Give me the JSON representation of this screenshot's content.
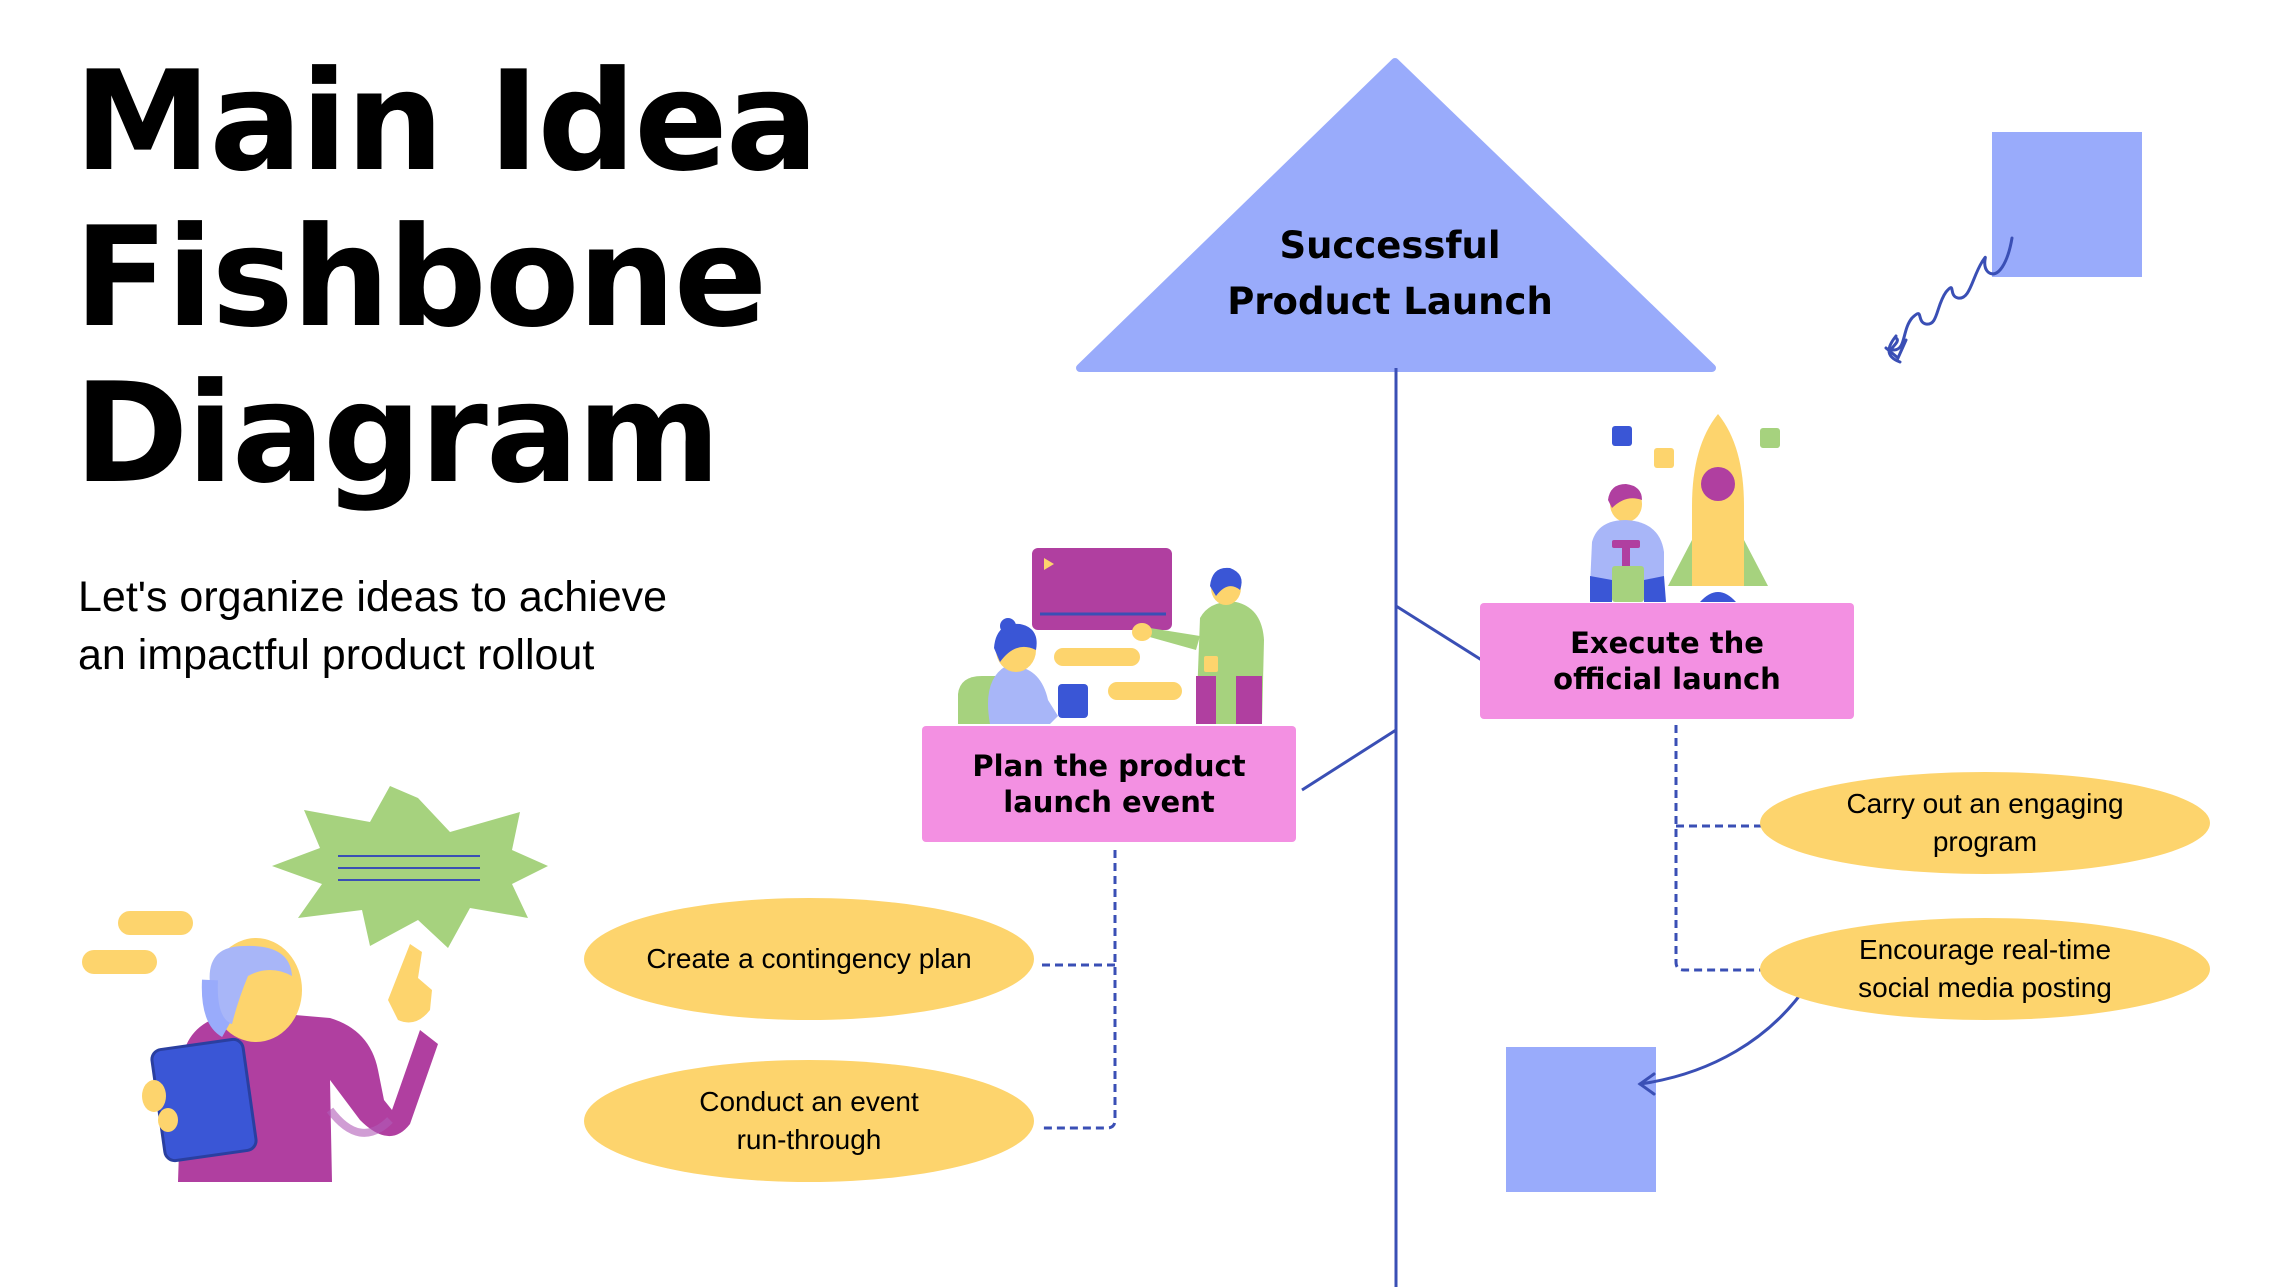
{
  "title": {
    "line1": "Main Idea",
    "line2": "Fishbone",
    "line3": "Diagram"
  },
  "subtitle": {
    "line1": "Let's organize ideas to achieve",
    "line2": "an impactful product rollout"
  },
  "head": {
    "line1": "Successful",
    "line2": "Product Launch"
  },
  "branches": {
    "left": {
      "line1": "Plan the product",
      "line2": "launch event"
    },
    "right": {
      "line1": "Execute the",
      "line2": "official launch"
    }
  },
  "leaves": {
    "contingency": {
      "line1": "Create a contingency plan"
    },
    "runthrough": {
      "line1": "Conduct an event",
      "line2": "run-through"
    },
    "program": {
      "line1": "Carry out an engaging",
      "line2": "program"
    },
    "social": {
      "line1": "Encourage real-time",
      "line2": "social media posting"
    }
  },
  "colors": {
    "head": "#99abfb",
    "branch_box": "#f390e2",
    "leaf_oval": "#fdd46d",
    "line": "#3a4fb5",
    "accent_square": "#99abfb"
  },
  "illustrations": [
    "presenter-illustration",
    "meeting-illustration",
    "rocket-launch-illustration",
    "squiggle-arrow-icon",
    "curved-arrow-icon"
  ]
}
